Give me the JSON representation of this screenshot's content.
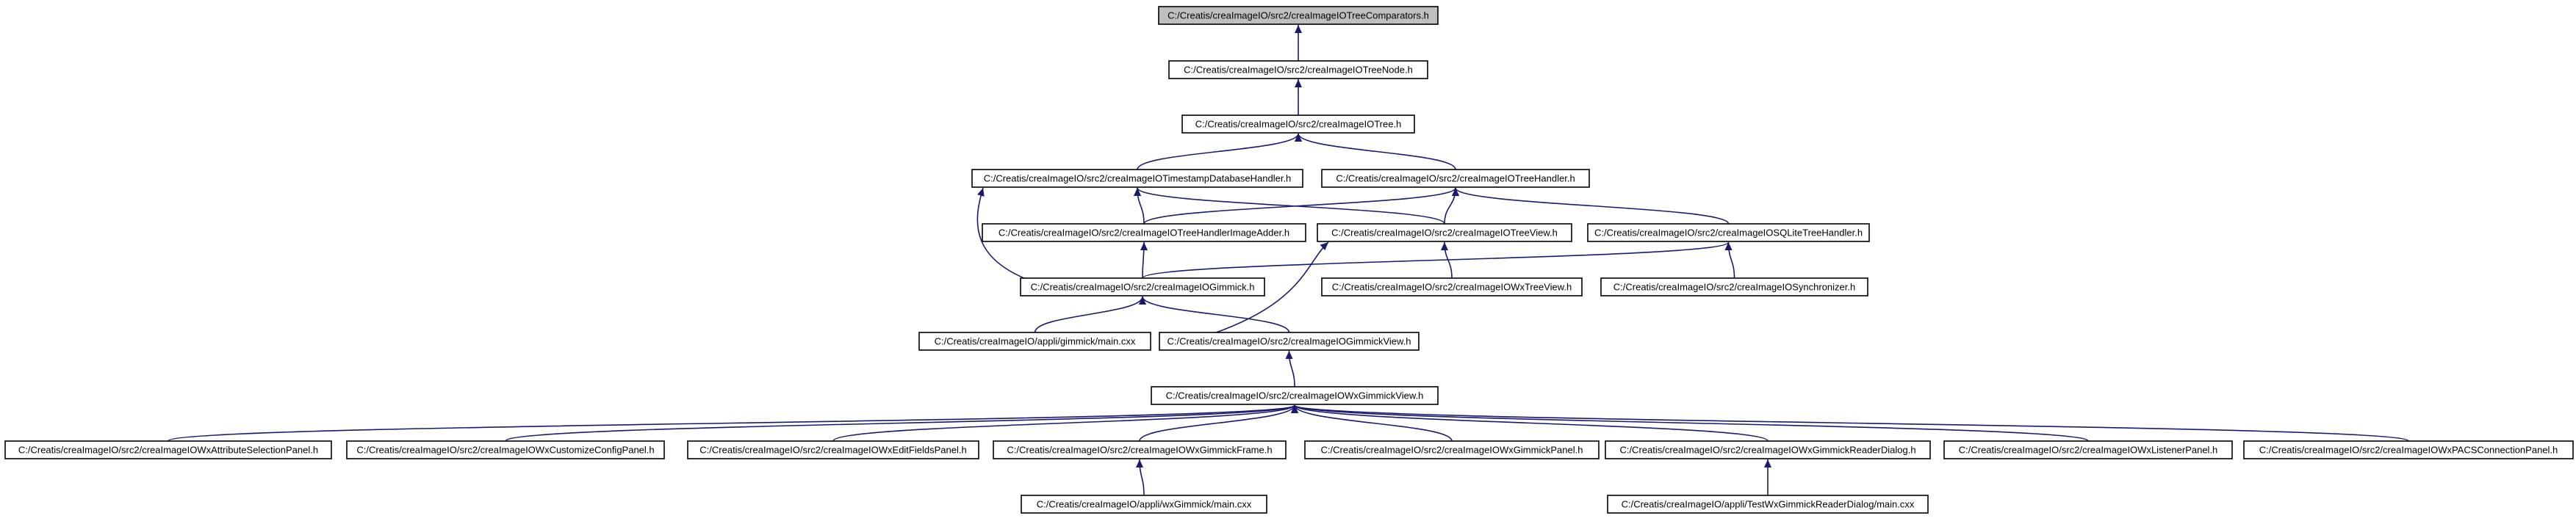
{
  "nodes": [
    {
      "id": "comparators",
      "label": "C:/Creatis/creaImageIO/src2/creaImageIOTreeComparators.h",
      "root": true
    },
    {
      "id": "treenode",
      "label": "C:/Creatis/creaImageIO/src2/creaImageIOTreeNode.h"
    },
    {
      "id": "tree",
      "label": "C:/Creatis/creaImageIO/src2/creaImageIOTree.h"
    },
    {
      "id": "timestamp",
      "label": "C:/Creatis/creaImageIO/src2/creaImageIOTimestampDatabaseHandler.h"
    },
    {
      "id": "treehandler",
      "label": "C:/Creatis/creaImageIO/src2/creaImageIOTreeHandler.h"
    },
    {
      "id": "imageadder",
      "label": "C:/Creatis/creaImageIO/src2/creaImageIOTreeHandlerImageAdder.h"
    },
    {
      "id": "treeview",
      "label": "C:/Creatis/creaImageIO/src2/creaImageIOTreeView.h"
    },
    {
      "id": "sqlite",
      "label": "C:/Creatis/creaImageIO/src2/creaImageIOSQLiteTreeHandler.h"
    },
    {
      "id": "gimmick",
      "label": "C:/Creatis/creaImageIO/src2/creaImageIOGimmick.h"
    },
    {
      "id": "wxtreeview",
      "label": "C:/Creatis/creaImageIO/src2/creaImageIOWxTreeView.h"
    },
    {
      "id": "synchronizer",
      "label": "C:/Creatis/creaImageIO/src2/creaImageIOSynchronizer.h"
    },
    {
      "id": "gimmickmain",
      "label": "C:/Creatis/creaImageIO/appli/gimmick/main.cxx"
    },
    {
      "id": "gimmickview",
      "label": "C:/Creatis/creaImageIO/src2/creaImageIOGimmickView.h"
    },
    {
      "id": "wxgimmickview",
      "label": "C:/Creatis/creaImageIO/src2/creaImageIOWxGimmickView.h"
    },
    {
      "id": "attrpanel",
      "label": "C:/Creatis/creaImageIO/src2/creaImageIOWxAttributeSelectionPanel.h"
    },
    {
      "id": "custpanel",
      "label": "C:/Creatis/creaImageIO/src2/creaImageIOWxCustomizeConfigPanel.h"
    },
    {
      "id": "editpanel",
      "label": "C:/Creatis/creaImageIO/src2/creaImageIOWxEditFieldsPanel.h"
    },
    {
      "id": "wxframe",
      "label": "C:/Creatis/creaImageIO/src2/creaImageIOWxGimmickFrame.h"
    },
    {
      "id": "wxpanel",
      "label": "C:/Creatis/creaImageIO/src2/creaImageIOWxGimmickPanel.h"
    },
    {
      "id": "readerdialog",
      "label": "C:/Creatis/creaImageIO/src2/creaImageIOWxGimmickReaderDialog.h"
    },
    {
      "id": "listener",
      "label": "C:/Creatis/creaImageIO/src2/creaImageIOWxListenerPanel.h"
    },
    {
      "id": "pacs",
      "label": "C:/Creatis/creaImageIO/src2/creaImageIOWxPACSConnectionPanel.h"
    },
    {
      "id": "wxgimmickmain",
      "label": "C:/Creatis/creaImageIO/appli/wxGimmick/main.cxx"
    },
    {
      "id": "testreader",
      "label": "C:/Creatis/creaImageIO/appli/TestWxGimmickReaderDialog/main.cxx"
    }
  ],
  "edges": [
    {
      "from": "treenode",
      "to": "comparators"
    },
    {
      "from": "tree",
      "to": "treenode"
    },
    {
      "from": "timestamp",
      "to": "tree"
    },
    {
      "from": "treehandler",
      "to": "tree"
    },
    {
      "from": "imageadder",
      "to": "timestamp"
    },
    {
      "from": "treeview",
      "to": "timestamp"
    },
    {
      "from": "gimmick",
      "to": "timestamp"
    },
    {
      "from": "imageadder",
      "to": "treehandler"
    },
    {
      "from": "treeview",
      "to": "treehandler"
    },
    {
      "from": "sqlite",
      "to": "treehandler"
    },
    {
      "from": "gimmick",
      "to": "imageadder"
    },
    {
      "from": "gimmick",
      "to": "sqlite"
    },
    {
      "from": "synchronizer",
      "to": "sqlite"
    },
    {
      "from": "wxtreeview",
      "to": "treeview"
    },
    {
      "from": "gimmickview",
      "to": "treeview"
    },
    {
      "from": "gimmickmain",
      "to": "gimmick"
    },
    {
      "from": "gimmickview",
      "to": "gimmick"
    },
    {
      "from": "wxgimmickview",
      "to": "gimmickview"
    },
    {
      "from": "attrpanel",
      "to": "wxgimmickview"
    },
    {
      "from": "custpanel",
      "to": "wxgimmickview"
    },
    {
      "from": "editpanel",
      "to": "wxgimmickview"
    },
    {
      "from": "wxframe",
      "to": "wxgimmickview"
    },
    {
      "from": "wxpanel",
      "to": "wxgimmickview"
    },
    {
      "from": "readerdialog",
      "to": "wxgimmickview"
    },
    {
      "from": "listener",
      "to": "wxgimmickview"
    },
    {
      "from": "pacs",
      "to": "wxgimmickview"
    },
    {
      "from": "wxgimmickmain",
      "to": "wxframe"
    },
    {
      "from": "testreader",
      "to": "readerdialog"
    }
  ],
  "colors": {
    "edge": "#191970",
    "root_fill": "#bfbfbf",
    "node_fill": "#ffffff",
    "border": "#000000"
  }
}
